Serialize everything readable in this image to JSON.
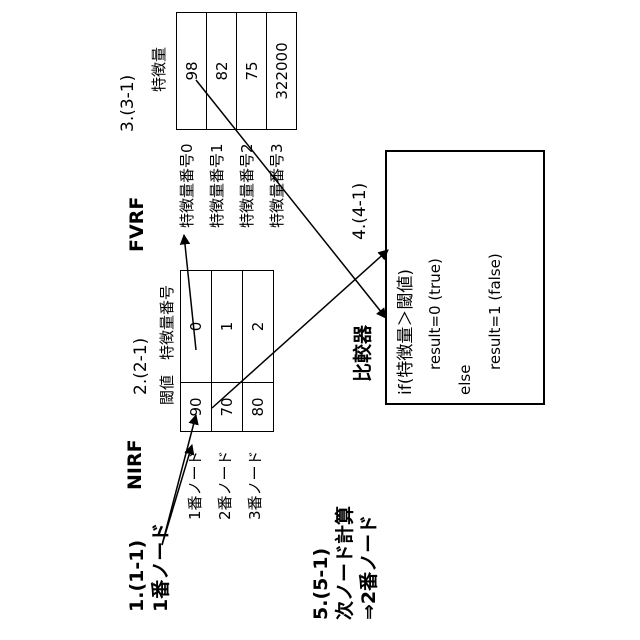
{
  "step1": {
    "label": "1.(1-1)",
    "text": "1番ノード"
  },
  "step5": {
    "label": "5.(5-1)",
    "line1": "次ノード計算",
    "line2": "⇒2番ノード"
  },
  "nirf": {
    "title": "NIRF",
    "step_label": "2.(2-1)",
    "threshold_header": "閾値",
    "feature_header": "特徴量番号",
    "rows": [
      {
        "node": "1番ノード",
        "threshold": "90",
        "feature": "0"
      },
      {
        "node": "2番ノード",
        "threshold": "70",
        "feature": "1"
      },
      {
        "node": "3番ノード",
        "threshold": "80",
        "feature": "2"
      }
    ]
  },
  "fvrf": {
    "title": "FVRF",
    "step_label": "3.(3-1)",
    "value_header": "特徴量",
    "rows": [
      {
        "name": "特徴量番号0",
        "value": "98"
      },
      {
        "name": "特徴量番号1",
        "value": "82"
      },
      {
        "name": "特徴量番号2",
        "value": "75"
      },
      {
        "name": "特徴量番号3",
        "value": "322000"
      }
    ]
  },
  "comparator": {
    "title": "比較器",
    "step_label": "4.(4-1)",
    "code": [
      "if(特徴量＞閾値)",
      "result=0 (true)",
      "else",
      "result=1 (false)"
    ]
  }
}
